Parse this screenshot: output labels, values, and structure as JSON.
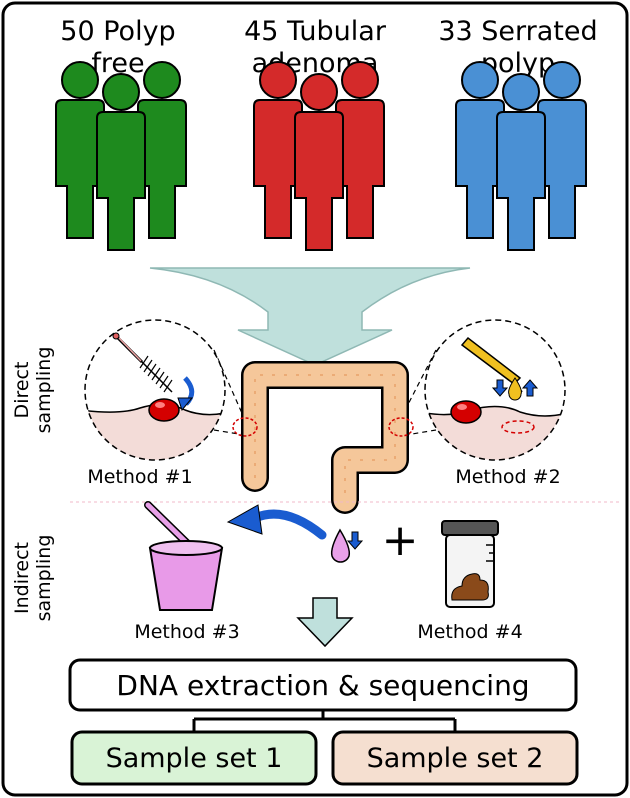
{
  "groups": [
    {
      "line1": "50 Polyp",
      "line2": "free",
      "color": "#1e8a1e"
    },
    {
      "line1": "45 Tubular",
      "line2": "adenoma",
      "color": "#d42a2a"
    },
    {
      "line1": "33 Serrated",
      "line2": "polyp",
      "color": "#4a90d4"
    }
  ],
  "side_labels": {
    "direct_1": "Direct",
    "direct_2": "sampling",
    "indirect_1": "Indirect",
    "indirect_2": "sampling"
  },
  "methods": {
    "m1": "Method #1",
    "m2": "Method #2",
    "m3": "Method #3",
    "m4": "Method #4"
  },
  "plus_sign": "+",
  "dna_box": "DNA extraction & sequencing",
  "sample_sets": [
    {
      "label": "Sample set 1",
      "color": "#d9f3d6"
    },
    {
      "label": "Sample set 2",
      "color": "#f5dfd0"
    }
  ],
  "icons": [
    "person-group-icon",
    "merge-arrow-icon",
    "colon-icon",
    "brush-icon",
    "pipette-icon",
    "cup-icon",
    "stool-jar-icon",
    "droplet-icon",
    "down-arrow-icon"
  ],
  "colors": {
    "arrow": "#bfe0dc",
    "colon": "#f5c79a",
    "polyp": "#d40000",
    "tissue": "#f3dcd8",
    "cup": "#e89ae8",
    "stool": "#8a4a1a",
    "blue_arrow": "#1a5cd0"
  }
}
